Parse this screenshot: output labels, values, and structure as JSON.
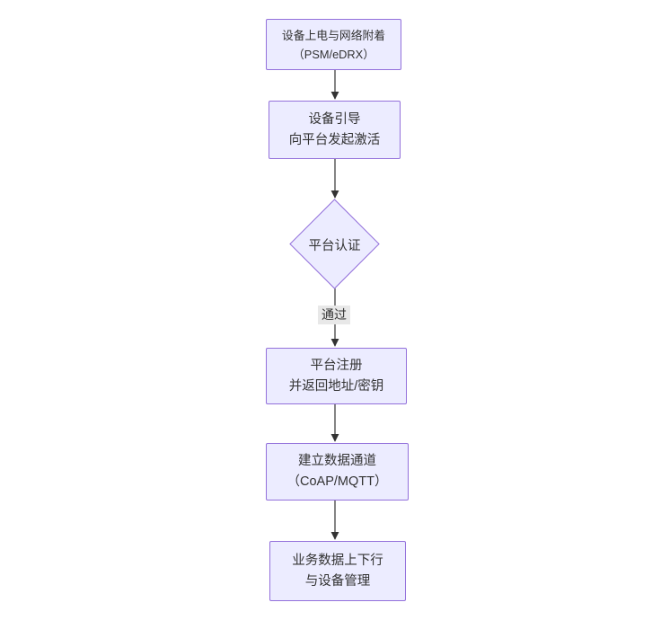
{
  "diagram": {
    "type": "flowchart",
    "direction": "top-down",
    "colors": {
      "background": "#ffffff",
      "node_fill": "#ECECFF",
      "node_border": "#9370DB",
      "edge_color": "#333333",
      "edge_label_bg": "#e8e8e8",
      "text_color": "#333333"
    },
    "nodes": [
      {
        "id": "power-attach",
        "shape": "rect",
        "lines": [
          "设备上电与网络附着",
          "（PSM/eDRX）"
        ]
      },
      {
        "id": "bootstrap",
        "shape": "rect",
        "lines": [
          "设备引导",
          "向平台发起激活"
        ]
      },
      {
        "id": "platform-auth",
        "shape": "diamond",
        "lines": [
          "平台认证"
        ]
      },
      {
        "id": "platform-register",
        "shape": "rect",
        "lines": [
          "平台注册",
          "并返回地址/密钥"
        ]
      },
      {
        "id": "data-channel",
        "shape": "rect",
        "lines": [
          "建立数据通道",
          "（CoAP/MQTT）"
        ]
      },
      {
        "id": "business-data",
        "shape": "rect",
        "lines": [
          "业务数据上下行",
          "与设备管理"
        ]
      }
    ],
    "edges": [
      {
        "from": "power-attach",
        "to": "bootstrap",
        "label": ""
      },
      {
        "from": "bootstrap",
        "to": "platform-auth",
        "label": ""
      },
      {
        "from": "platform-auth",
        "to": "platform-register",
        "label": "通过"
      },
      {
        "from": "platform-register",
        "to": "data-channel",
        "label": ""
      },
      {
        "from": "data-channel",
        "to": "business-data",
        "label": ""
      }
    ]
  }
}
